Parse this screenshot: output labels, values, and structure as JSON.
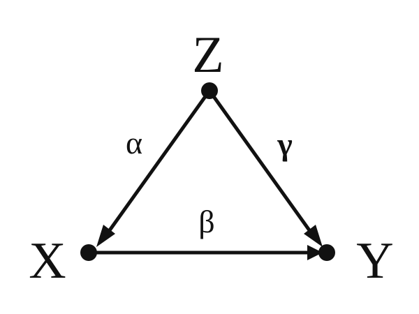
{
  "nodes": {
    "z": {
      "label": "Z"
    },
    "x": {
      "label": "X"
    },
    "y": {
      "label": "Y"
    }
  },
  "edges": {
    "z_to_x": {
      "label": "α"
    },
    "x_to_y": {
      "label": "β"
    },
    "z_to_y": {
      "label": "γ"
    }
  },
  "colors": {
    "ink": "#111111",
    "background": "#ffffff"
  }
}
